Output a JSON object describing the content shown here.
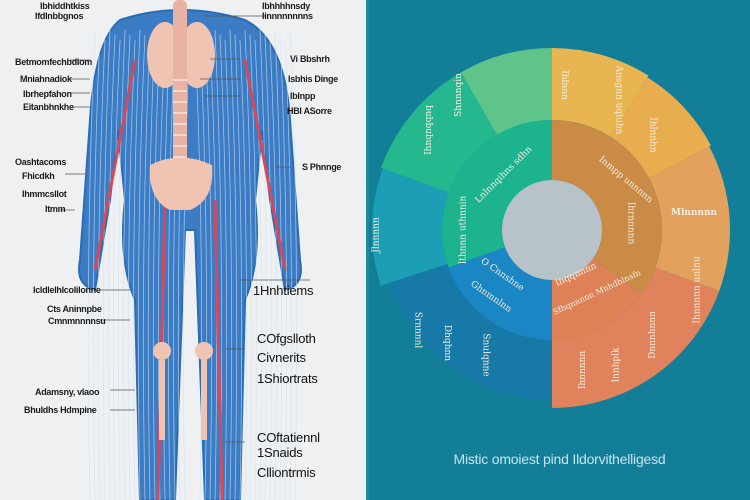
{
  "left_labels": [
    "Ibhiddhtkiss",
    "Ifdlnbbgnos",
    "Betmomfechbdiom",
    "Mniahnadiok",
    "Ibrhepfahon",
    "Eitanbhnkhe",
    "Oashtacoms",
    "Fhicdkh",
    "Ihmmcsllot",
    "Itmm",
    "Icldlelhlcolilonne",
    "Cts Aninnpbe",
    "Cmnmnnnnsu",
    "Adamsny, vlaoo",
    "Bhuldhs Hdmpine"
  ],
  "right_labels": [
    "Ibhhhhnsdy",
    "Iinnnnnnnns",
    "Vi Bbshrh",
    "Isbhis Dinge",
    "Iblnpp",
    "HBI ASorre",
    "S Phnnge"
  ],
  "right_big_labels": [
    "1Hnhtiems",
    "COfgslloth",
    "Civnerits",
    "1Shiortrats",
    "COftatiennl",
    "1Snaids",
    "Clliontrmis"
  ],
  "sunburst_labels": [
    "Ihlnnn",
    "Ansgnn uqluhn",
    "Ihlnnhn",
    "Mlnnnnn",
    "Inmpp unnnnn",
    "Ihrnnnnn",
    "Lnlnnqihns sdhn",
    "Shnnnqin",
    "Ihnqnqqnq",
    "Ithnnn uthnnin",
    "Jlnnnnn",
    "Srnnnnl",
    "Dhqhnn",
    "Snulqnne",
    "Ihnnnnn",
    "Innhplk",
    "Dnnnhnnn",
    "Ihnnnnn unlnu",
    "O Cnnshne",
    "Ghnmnlnn",
    "Ihqqnnnn",
    "Sfhqnnnnn Mnhdhlnsfn"
  ],
  "title": "Mistic omoiest pind  Ildorvithelligesd",
  "colors": {
    "panel": "#137e97",
    "outer": [
      "#e9b550",
      "#e8ad4f",
      "#e2a15c",
      "#e0835c",
      "#1679a8",
      "#1c9fb4",
      "#25b88e",
      "#5fc48a"
    ],
    "inner": [
      "#c98b45",
      "#de8157",
      "#1b86c4",
      "#1db38f"
    ],
    "center": "#b7c3c9",
    "vein": "#2a6db3",
    "artery": "#d8485a",
    "bone": "#f0c3b3"
  }
}
